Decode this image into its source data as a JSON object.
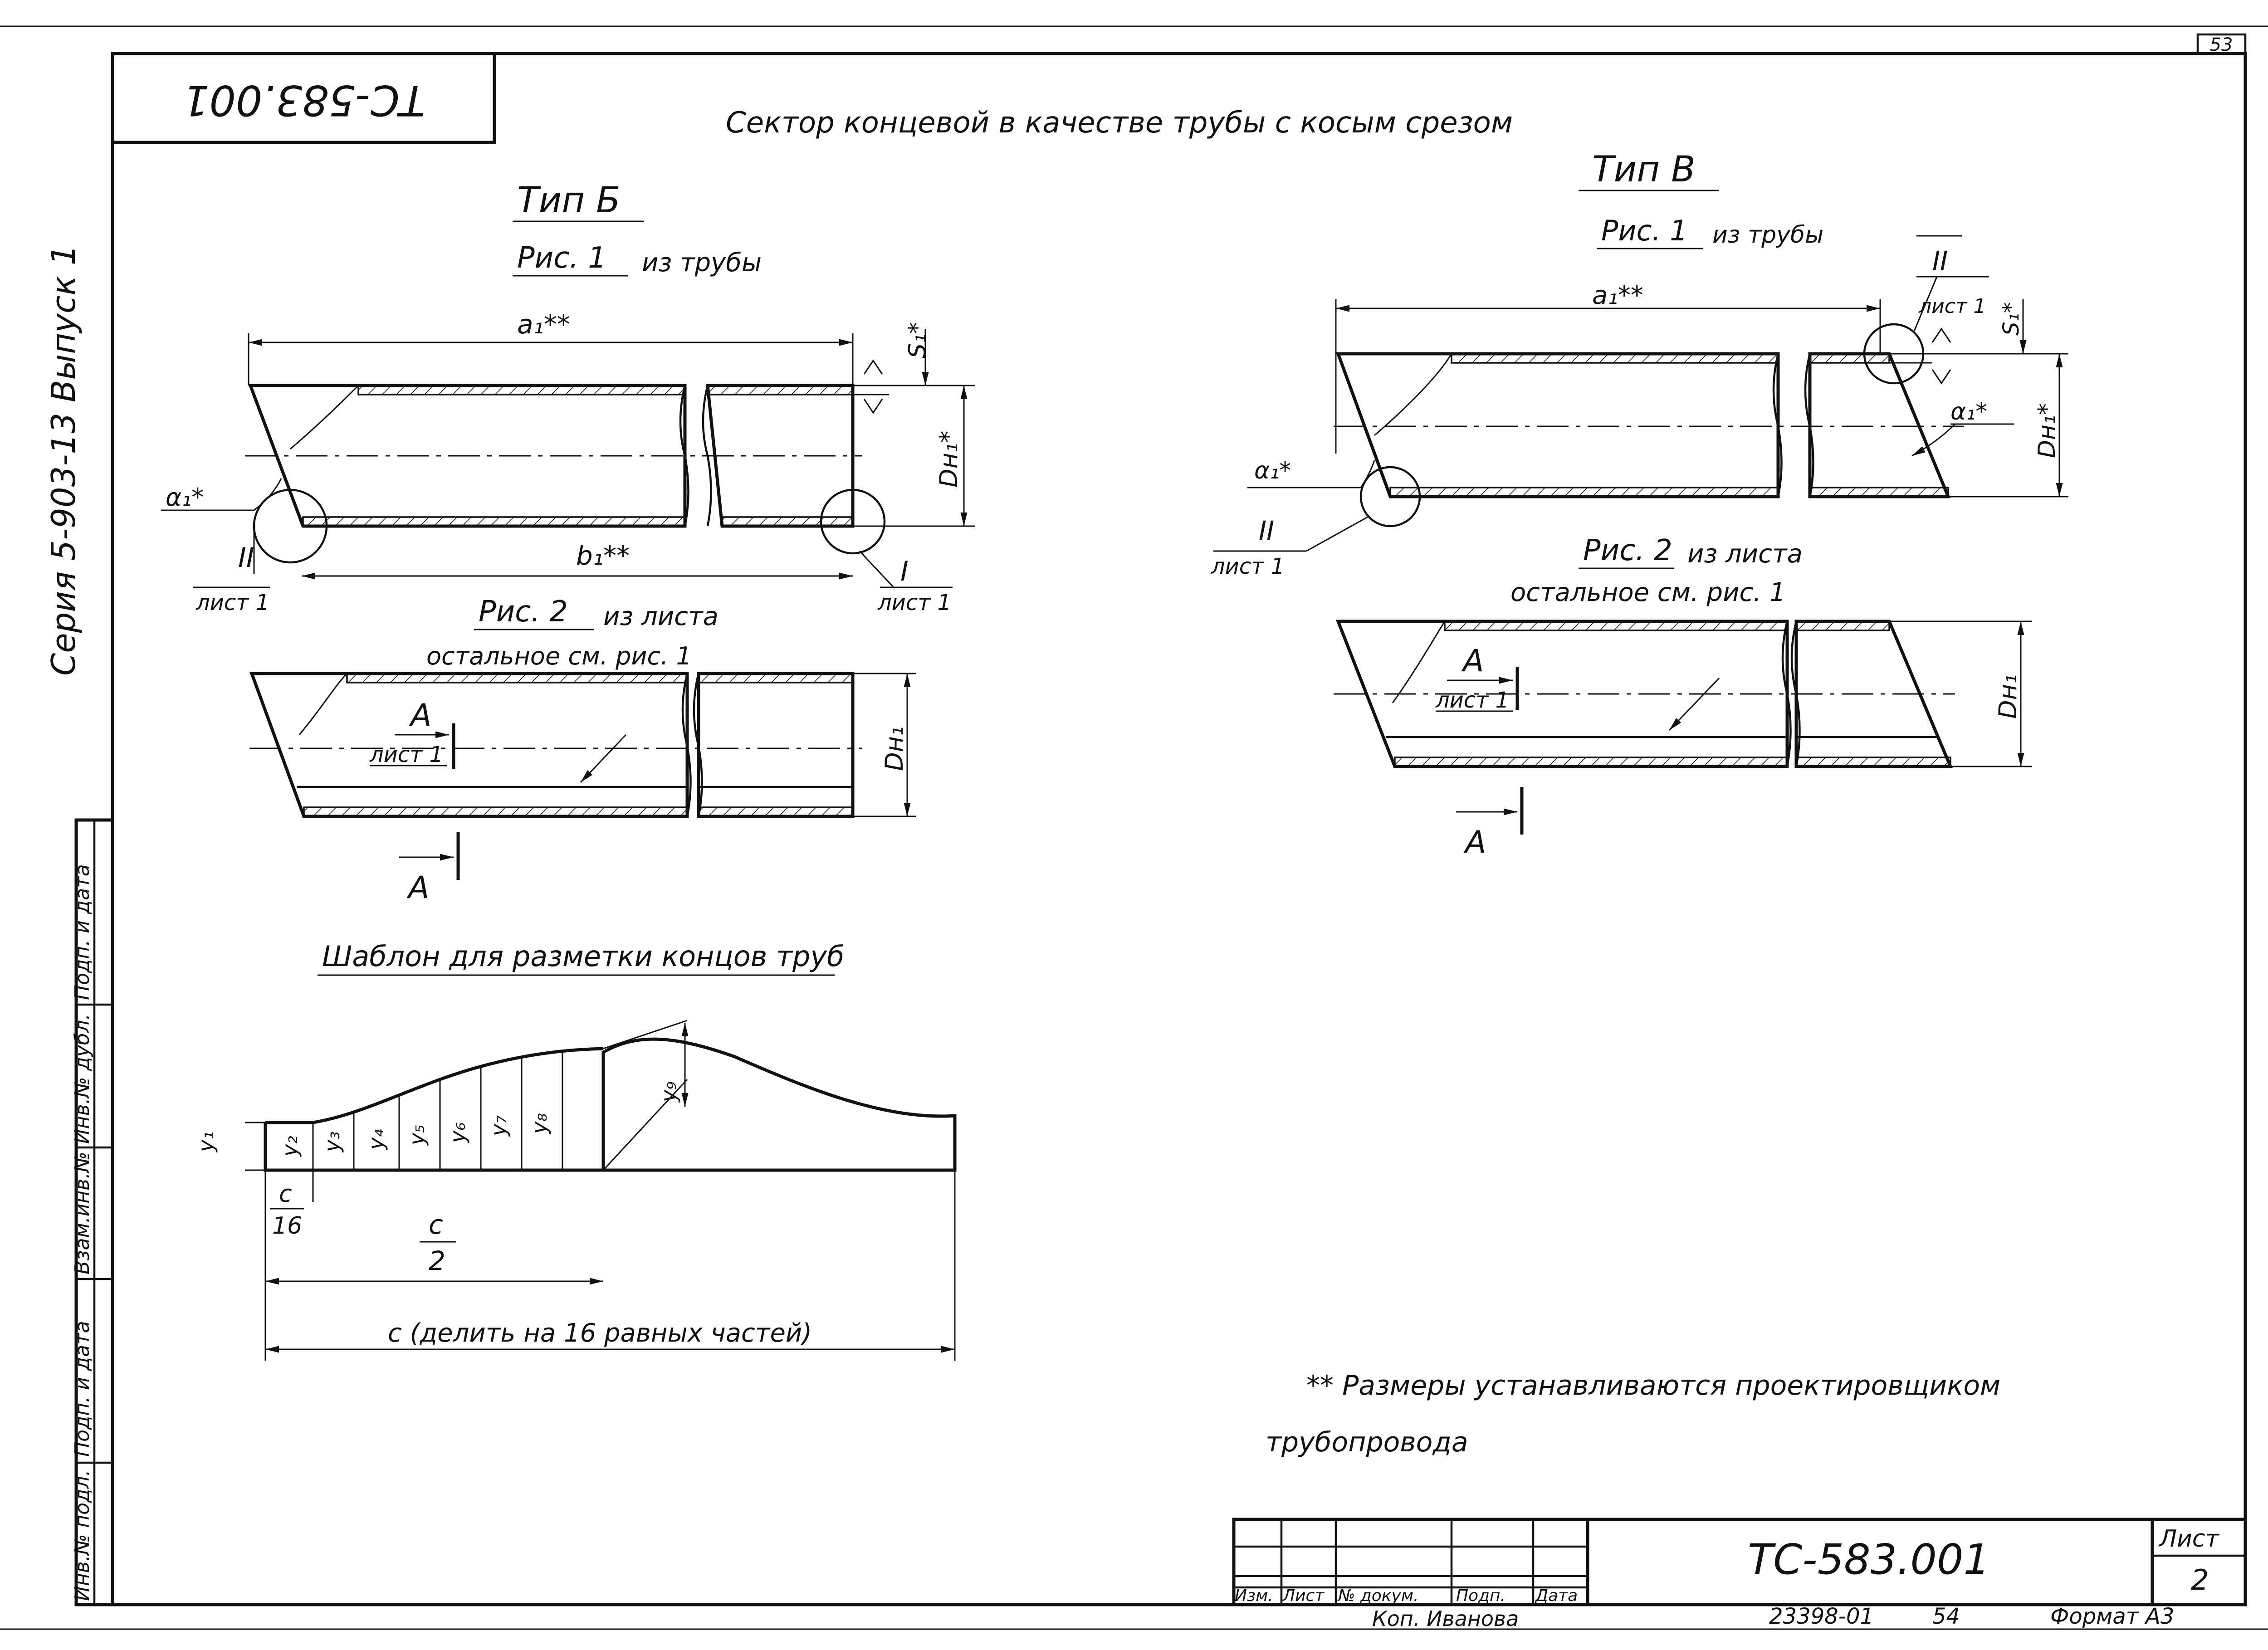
{
  "sheet_number_corner": "53",
  "stamp_code_rotated": "ТС-583.001",
  "title": "Сектор концевой в качестве трубы с косым срезом",
  "side_labels": {
    "series": "Серия 5-903-13 Выпуск 1",
    "cells": [
      "Инв.№ подл.",
      "Подп. и дата",
      "Взам.инв.№",
      "Инв.№ дубл.",
      "Подп. и дата"
    ]
  },
  "type_b": {
    "heading": "Тип Б",
    "fig1_label": "Рис. 1",
    "fig1_suffix": "из трубы",
    "a1": "a₁**",
    "b1": "b₁**",
    "s1": "S₁*",
    "dn1": "Dн₁*",
    "alpha1": "α₁*",
    "callout_1_num": "I",
    "callout_1_sheet": "лист 1",
    "callout_2_num": "II",
    "callout_2_sheet": "лист 1",
    "fig2_label": "Рис. 2",
    "fig2_suffix": "из листа",
    "fig2_note": "остальное см. рис. 1",
    "section_letter": "А",
    "section_sheet": "лист 1",
    "dn1_plain": "Dн₁",
    "section_letter_bottom": "А"
  },
  "type_v": {
    "heading": "Тип В",
    "fig1_label": "Рис. 1",
    "fig1_suffix": "из трубы",
    "a1": "a₁**",
    "s1": "S₁*",
    "dn1": "Dн₁*",
    "alpha1_right": "α₁*",
    "alpha1_left": "α₁*",
    "callout_top_num": "II",
    "callout_top_sheet": "лист 1",
    "callout_left_num": "II",
    "callout_left_sheet": "лист 1",
    "fig2_label": "Рис. 2",
    "fig2_suffix": "из листа",
    "fig2_note": "остальное см. рис. 1",
    "section_letter": "А",
    "section_sheet": "лист 1",
    "dn1_plain": "Dн₁",
    "section_letter_bottom": "А"
  },
  "template": {
    "heading": "Шаблон для разметки концов труб",
    "ordinates": [
      "y₁",
      "y₂",
      "y₃",
      "y₄",
      "y₅",
      "y₆",
      "y₇",
      "y₈",
      "y₉"
    ],
    "c16_num": "c",
    "c16_den": "16",
    "c2_num": "c",
    "c2_den": "2",
    "c_total": "c (делить на 16 равных частей)"
  },
  "note_line1": "** Размеры устанавливаются проектировщиком",
  "note_line2": "трубопровода",
  "title_block": {
    "col_headers": [
      "Изм.",
      "Лист",
      "№ докум.",
      "Подп.",
      "Дата"
    ],
    "designation": "ТС-583.001",
    "sheet_label": "Лист",
    "sheet_value": "2",
    "copied_by": "Коп. Иванова",
    "order_number": "23398-01",
    "page": "54",
    "format": "Формат А3"
  }
}
